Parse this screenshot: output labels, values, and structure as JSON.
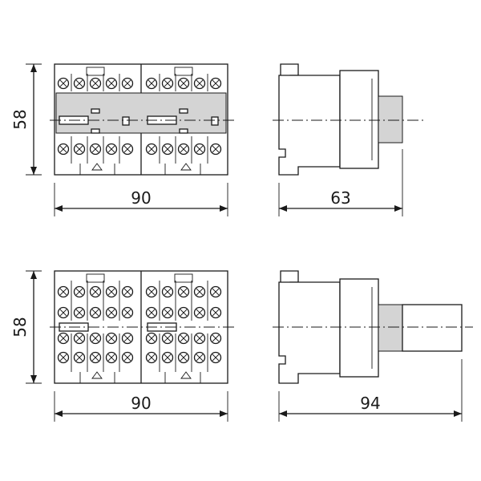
{
  "diagram": {
    "top": {
      "front_height": "58",
      "front_width": "90",
      "side_depth": "63"
    },
    "bottom": {
      "front_height": "58",
      "front_width": "90",
      "side_depth": "94"
    }
  },
  "colors": {
    "line": "#1a1a1a",
    "shade": "#d4d4d4",
    "background": "#ffffff"
  }
}
